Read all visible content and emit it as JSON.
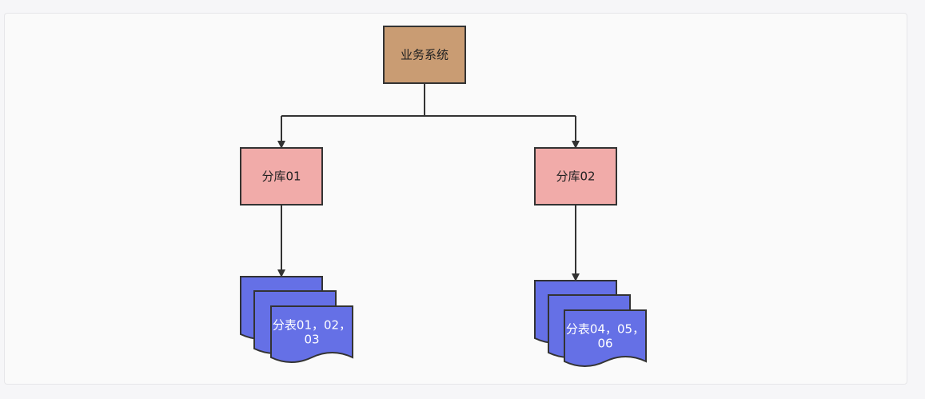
{
  "colors": {
    "root_fill": "#c99c73",
    "shard_fill": "#f1aba9",
    "table_fill": "#6570e6",
    "stroke": "#333333",
    "background": "#fafafa"
  },
  "nodes": {
    "root": {
      "label": "业务系统"
    },
    "db1": {
      "label": "分库01"
    },
    "db2": {
      "label": "分库02"
    },
    "tables1": {
      "line1": "分表01，02，",
      "line2": "03"
    },
    "tables2": {
      "line1": "分表04，05，",
      "line2": "06"
    }
  }
}
